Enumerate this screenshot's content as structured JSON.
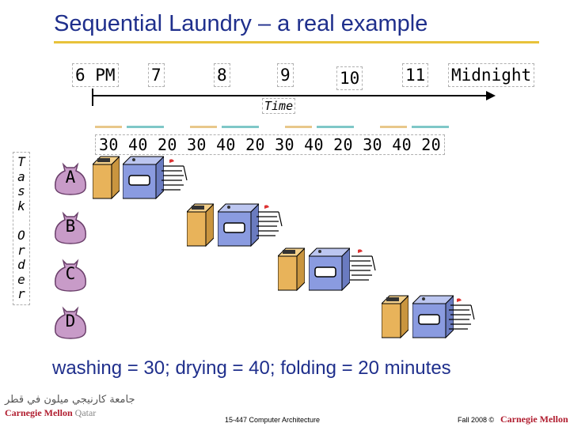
{
  "slide": {
    "title": "Sequential Laundry – a real example",
    "caption": "washing = 30; drying = 40; folding = 20 minutes",
    "footer_center": "15-447 Computer Architecture",
    "footer_right": "Fall 2008 ©",
    "logo_right": "Carnegie Mellon",
    "logo_left_arabic": "جامعة كارنيجي ميلون في قطر",
    "logo_left_name": "Carnegie Mellon",
    "logo_left_suffix": "Qatar"
  },
  "timeline": {
    "hours": [
      "6 PM",
      "7",
      "8",
      "9",
      "10",
      "11",
      "Midnight"
    ],
    "axis_label": "Time",
    "durations": "30 40 20 30 40 20 30 40 20 30 40 20"
  },
  "task_order_label": [
    "T",
    "a",
    "s",
    "k",
    " ",
    "O",
    "r",
    "d",
    "e",
    "r"
  ],
  "tasks": [
    {
      "label": "A",
      "wash_min": 30,
      "dry_min": 40,
      "fold_min": 20
    },
    {
      "label": "B",
      "wash_min": 30,
      "dry_min": 40,
      "fold_min": 20
    },
    {
      "label": "C",
      "wash_min": 30,
      "dry_min": 40,
      "fold_min": 20
    },
    {
      "label": "D",
      "wash_min": 30,
      "dry_min": 40,
      "fold_min": 20
    }
  ],
  "colors": {
    "title": "#1f2f8c",
    "title_rule": "#e8c23a",
    "washer": "#e8b35a",
    "dryer": "#8a9be0",
    "bag": "#c89bc8",
    "seg_wash": "#e8c88a",
    "seg_dry": "#7fc8c8"
  }
}
